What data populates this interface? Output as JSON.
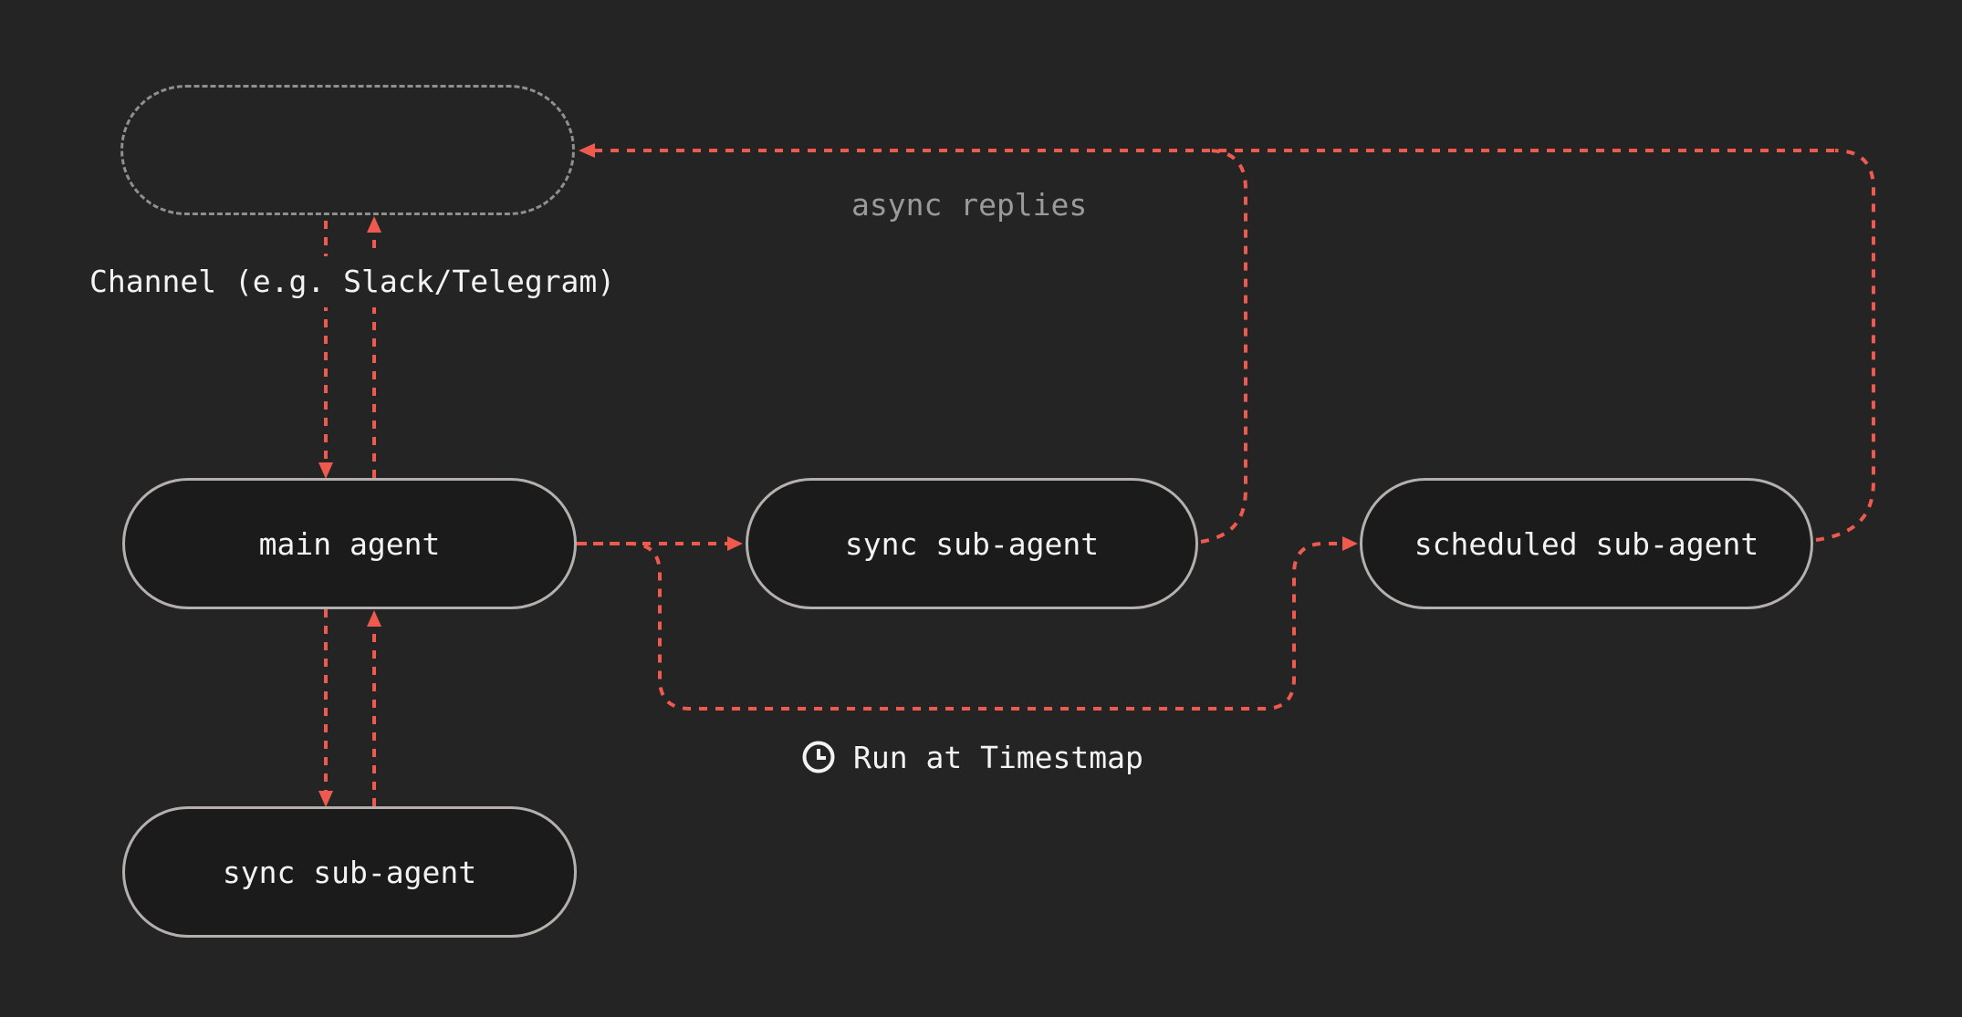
{
  "colors": {
    "background": "#242424",
    "node_fill": "#1b1b1b",
    "node_border": "#b5b0ad",
    "dashed_node_border": "#8f8f8f",
    "edge_accent": "#ef5a4f",
    "text_primary": "#f3f3f3",
    "text_muted": "#9a9a9a"
  },
  "diagram": {
    "nodes": [
      {
        "id": "channel-box",
        "label": ""
      },
      {
        "id": "main-agent",
        "label": "main agent"
      },
      {
        "id": "sync-sub-agent",
        "label": "sync sub-agent"
      },
      {
        "id": "scheduled-sub-agent",
        "label": "scheduled sub-agent"
      },
      {
        "id": "sync-sub-agent-2",
        "label": "sync sub-agent"
      }
    ],
    "labels": {
      "channel_caption": "Channel (e.g. Slack/Telegram)",
      "async_replies": "async replies",
      "run_at": "Run at Timestmap"
    },
    "icons": {
      "run_at_icon": "clock-icon"
    },
    "edges": [
      {
        "from": "channel-box",
        "to": "main-agent",
        "style": "dashed-red"
      },
      {
        "from": "main-agent",
        "to": "channel-box",
        "style": "dashed-red"
      },
      {
        "from": "main-agent",
        "to": "sync-sub-agent-2",
        "style": "dashed-red"
      },
      {
        "from": "sync-sub-agent-2",
        "to": "main-agent",
        "style": "dashed-red"
      },
      {
        "from": "main-agent",
        "to": "sync-sub-agent",
        "style": "dashed-red"
      },
      {
        "from": "main-agent",
        "to": "scheduled-sub-agent",
        "style": "dashed-red",
        "label": "Run at Timestmap"
      },
      {
        "from": "sync-sub-agent",
        "to": "channel-box",
        "style": "dashed-red",
        "label": "async replies"
      },
      {
        "from": "scheduled-sub-agent",
        "to": "channel-box",
        "style": "dashed-red",
        "label": "async replies"
      }
    ]
  }
}
